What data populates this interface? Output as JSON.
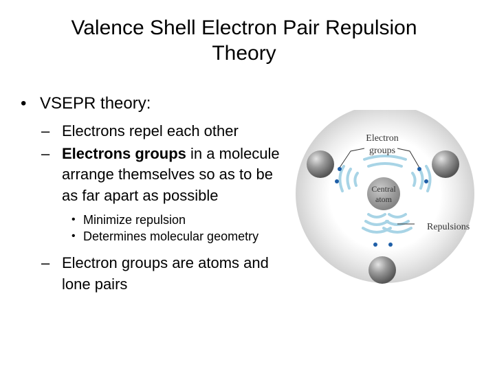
{
  "slide": {
    "title": "Valence Shell Electron Pair Repulsion Theory",
    "bullet1": "VSEPR theory:",
    "sub1": "Electrons repel each other",
    "sub2_bold": "Electrons groups",
    "sub2_rest": " in a molecule arrange themselves so as to be as far apart as possible",
    "subsub1": "Minimize repulsion",
    "subsub2": "Determines molecular geometry",
    "sub3": "Electron groups are atoms and lone pairs"
  },
  "diagram": {
    "label_electron": "Electron",
    "label_groups": "groups",
    "label_central1": "Central",
    "label_central2": "atom",
    "label_repulsions": "Repulsions"
  },
  "colors": {
    "electron_dot": "#1f5fa8",
    "repulsion_wave": "#a8d4e6",
    "atom_gray": "#8a8a8a"
  }
}
